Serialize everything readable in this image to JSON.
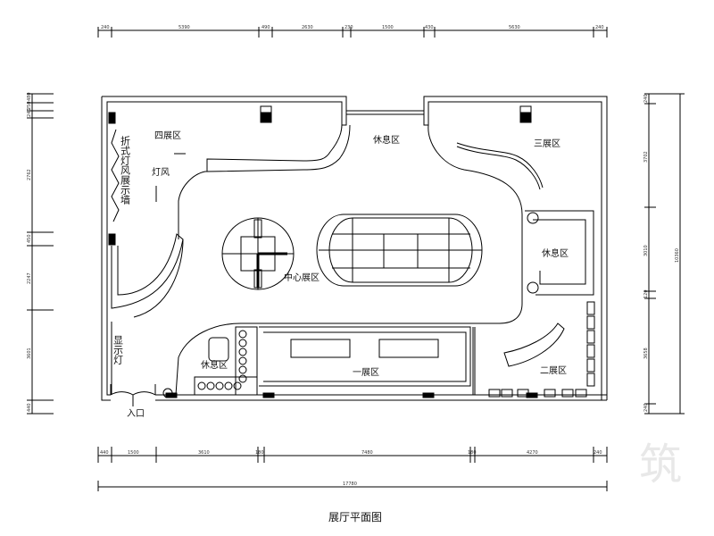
{
  "plan": {
    "title": "展厅平面图",
    "entrance": "入口",
    "zones": {
      "zone4": "四展区",
      "zone3": "三展区",
      "zone2": "二展区",
      "zone1": "一展区",
      "center": "中心展区",
      "rest_top": "休息区",
      "rest_right": "休息区",
      "rest_left": "休息区"
    },
    "vertical_labels": {
      "folding_wall": "折式灯风展示墙",
      "display_light": "显示灯",
      "light_wind": "灯风"
    }
  },
  "dimensions": {
    "top": [
      "240",
      "5390",
      "490",
      "2630",
      "230",
      "1500",
      "430",
      "5630",
      "240"
    ],
    "bottom": [
      "440",
      "1500",
      "3610",
      "180",
      "7480",
      "180",
      "4270",
      "240"
    ],
    "bottom_total": "17780",
    "left": [
      "480",
      "250",
      "240",
      "2762",
      "450",
      "2247",
      "3601",
      "440"
    ],
    "right": [
      "240",
      "3702",
      "3010",
      "120",
      "3658",
      "240"
    ],
    "right_total": "10360"
  },
  "watermark": "筑"
}
